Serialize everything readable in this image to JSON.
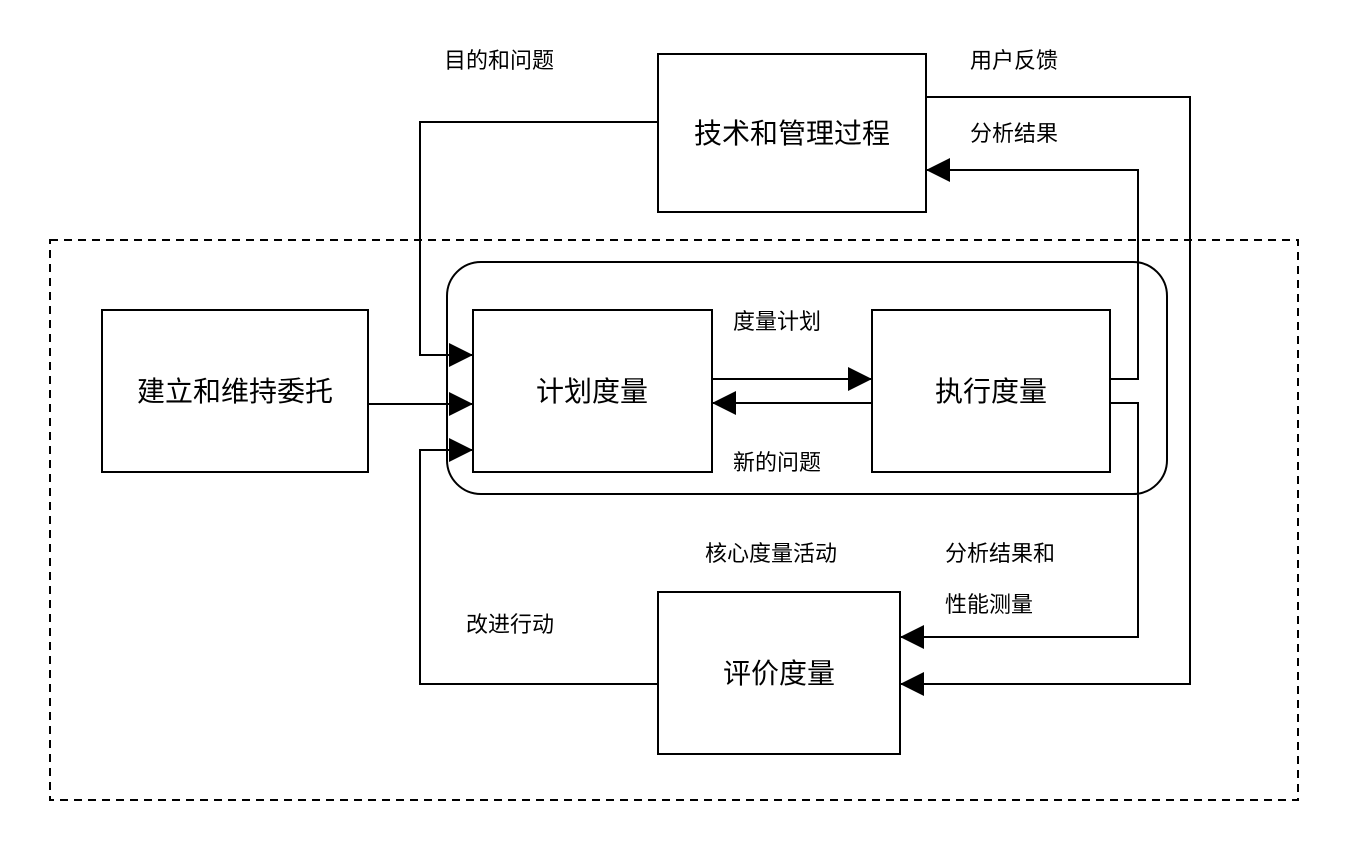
{
  "nodes": {
    "tech_mgmt": "技术和管理过程",
    "establish": "建立和维持委托",
    "plan": "计划度量",
    "execute": "执行度量",
    "evaluate": "评价度量"
  },
  "labels": {
    "goals": "目的和问题",
    "user_feedback": "用户反馈",
    "analysis_results": "分析结果",
    "measure_plan": "度量计划",
    "new_questions": "新的问题",
    "core_activities": "核心度量活动",
    "analysis_perf_1": "分析结果和",
    "analysis_perf_2": "性能测量",
    "improve": "改进行动"
  }
}
